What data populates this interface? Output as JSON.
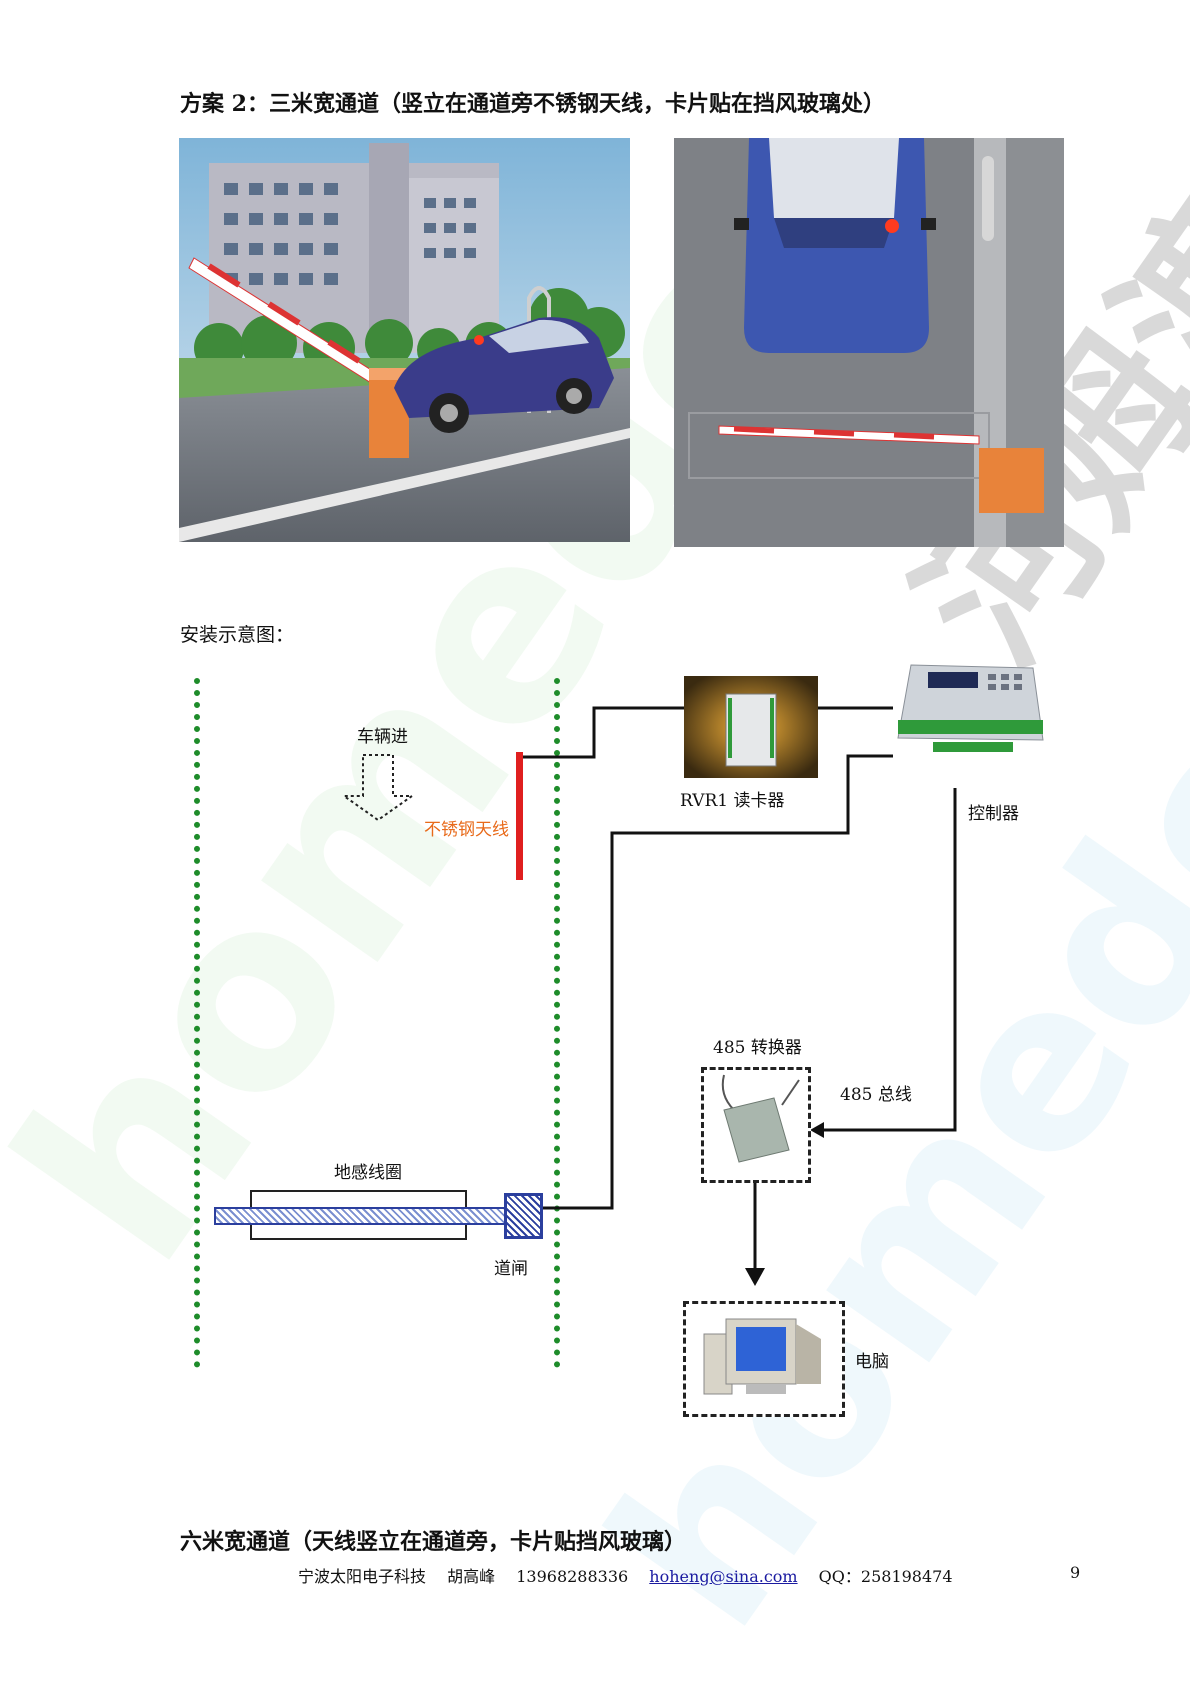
{
  "scheme_heading": "方案 2：三米宽通道（竖立在通道旁不锈钢天线，卡片贴在挡风玻璃处）",
  "install_heading": "安装示意图：",
  "diagram": {
    "vehicle_in": "车辆进",
    "antenna": "不锈钢天线",
    "reader": "RVR1 读卡器",
    "controller": "控制器",
    "converter": "485 转换器",
    "bus": "485 总线",
    "loop": "地感线圈",
    "gate": "道闸",
    "computer": "电脑"
  },
  "colors": {
    "lane": "#1e8c2a",
    "antenna": "#e01f1f",
    "antenna_label": "#e86a1a",
    "wire": "#111111"
  },
  "bottom_heading": "六米宽通道（天线竖立在通道旁，卡片贴挡风玻璃）",
  "footer": {
    "company": "宁波太阳电子科技",
    "person": "胡高峰",
    "phone": "13968288336",
    "email": "hoheng@sina.com",
    "qq": "QQ：258198474",
    "page": "9"
  }
}
